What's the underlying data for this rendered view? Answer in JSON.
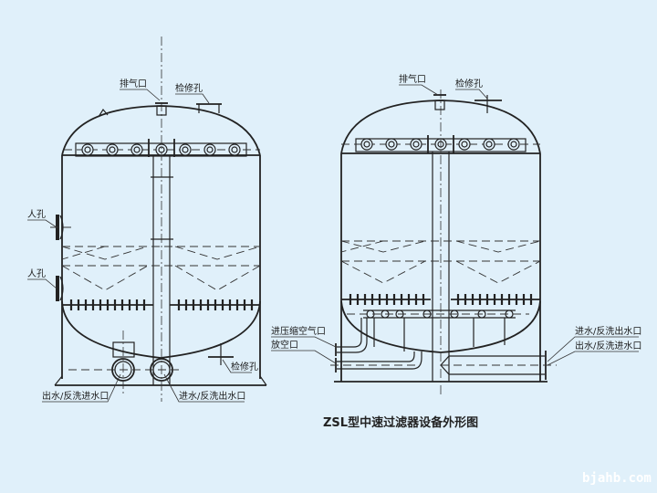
{
  "colors": {
    "background": "#e0f0fa",
    "line": "#222222",
    "watermark": "#ffffff"
  },
  "title": "ZSL型中速过滤器设备外形图",
  "watermark": "bjahb.com",
  "left_view": {
    "labels": {
      "vent": "排气口",
      "inspection_top": "检修孔",
      "manhole_upper": "人孔",
      "manhole_lower": "人孔",
      "inspection_bottom": "检修孔",
      "outlet_backwash_inlet": "出水/反洗进水口",
      "inlet_backwash_outlet": "进水/反洗出水口"
    }
  },
  "right_view": {
    "labels": {
      "vent": "排气口",
      "inspection_top": "检修孔",
      "compressed_air_inlet": "进压缩空气口",
      "drain": "放空口",
      "inlet_backwash_outlet": "进水/反洗出水口",
      "outlet_backwash_inlet": "出水/反洗进水口"
    }
  }
}
